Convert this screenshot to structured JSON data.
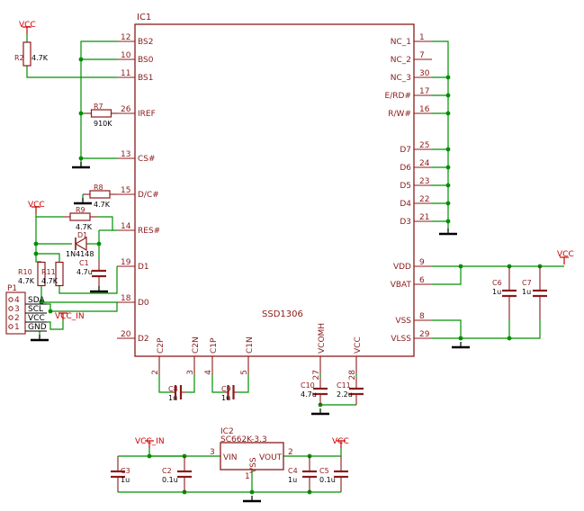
{
  "colors": {
    "wire": "#009000",
    "body": "#8b1a1a",
    "pin": "#8b1a1a",
    "label": "#8b1a1a",
    "power": "#cc0000",
    "ground": "#000000",
    "text": "#000000"
  },
  "ic1": {
    "ref": "IC1",
    "value": "SSD1306",
    "left_pins": [
      {
        "num": "12",
        "name": "BS2"
      },
      {
        "num": "10",
        "name": "BS0"
      },
      {
        "num": "11",
        "name": "BS1"
      },
      {
        "num": "26",
        "name": "IREF"
      },
      {
        "num": "13",
        "name": "CS#"
      },
      {
        "num": "15",
        "name": "D/C#"
      },
      {
        "num": "14",
        "name": "RES#"
      },
      {
        "num": "19",
        "name": "D1"
      },
      {
        "num": "18",
        "name": "D0"
      },
      {
        "num": "20",
        "name": "D2"
      }
    ],
    "right_pins": [
      {
        "num": "1",
        "name": "NC_1"
      },
      {
        "num": "7",
        "name": "NC_2"
      },
      {
        "num": "30",
        "name": "NC_3"
      },
      {
        "num": "17",
        "name": "E/RD#"
      },
      {
        "num": "16",
        "name": "R/W#"
      },
      {
        "num": "25",
        "name": "D7"
      },
      {
        "num": "24",
        "name": "D6"
      },
      {
        "num": "23",
        "name": "D5"
      },
      {
        "num": "22",
        "name": "D4"
      },
      {
        "num": "21",
        "name": "D3"
      },
      {
        "num": "9",
        "name": "VDD"
      },
      {
        "num": "6",
        "name": "VBAT"
      },
      {
        "num": "8",
        "name": "VSS"
      },
      {
        "num": "29",
        "name": "VLSS"
      }
    ],
    "bottom_pins": [
      {
        "num": "2",
        "name": "C2P"
      },
      {
        "num": "3",
        "name": "C2N"
      },
      {
        "num": "4",
        "name": "C1P"
      },
      {
        "num": "5",
        "name": "C1N"
      },
      {
        "num": "27",
        "name": "VCOMH"
      },
      {
        "num": "28",
        "name": "VCC"
      }
    ]
  },
  "ic2": {
    "ref": "IC2",
    "value": "SC662K-3.3",
    "pin_vin": "VIN",
    "pin_vout": "VOUT",
    "pin_vss": "VSS",
    "num_vin": "3",
    "num_vout": "2",
    "num_vss": "1"
  },
  "resistors": [
    {
      "ref": "R2",
      "value": "4.7K"
    },
    {
      "ref": "R7",
      "value": "910K"
    },
    {
      "ref": "R8",
      "value": "4.7K"
    },
    {
      "ref": "R9",
      "value": "4.7K"
    },
    {
      "ref": "R10",
      "value": "4.7K"
    },
    {
      "ref": "R11",
      "value": "4.7K"
    }
  ],
  "capacitors": [
    {
      "ref": "C1",
      "value": "4.7u"
    },
    {
      "ref": "C6",
      "value": "1u"
    },
    {
      "ref": "C7",
      "value": "1u"
    },
    {
      "ref": "C8",
      "value": "1u"
    },
    {
      "ref": "C9",
      "value": "1u"
    },
    {
      "ref": "C10",
      "value": "4.7u"
    },
    {
      "ref": "C11",
      "value": "2.2u"
    },
    {
      "ref": "C3",
      "value": "1u"
    },
    {
      "ref": "C2",
      "value": "0.1u"
    },
    {
      "ref": "C4",
      "value": "1u"
    },
    {
      "ref": "C5",
      "value": "0.1u"
    }
  ],
  "diode": {
    "ref": "D1",
    "value": "1N4148"
  },
  "connector": {
    "ref": "P1",
    "pin_numbers": [
      "4",
      "3",
      "2",
      "1"
    ],
    "pin_labels": [
      "SDA",
      "SCL",
      "VCC",
      "GND"
    ]
  },
  "power_labels": {
    "vcc": "VCC",
    "vcc_in": "VCC_IN"
  }
}
